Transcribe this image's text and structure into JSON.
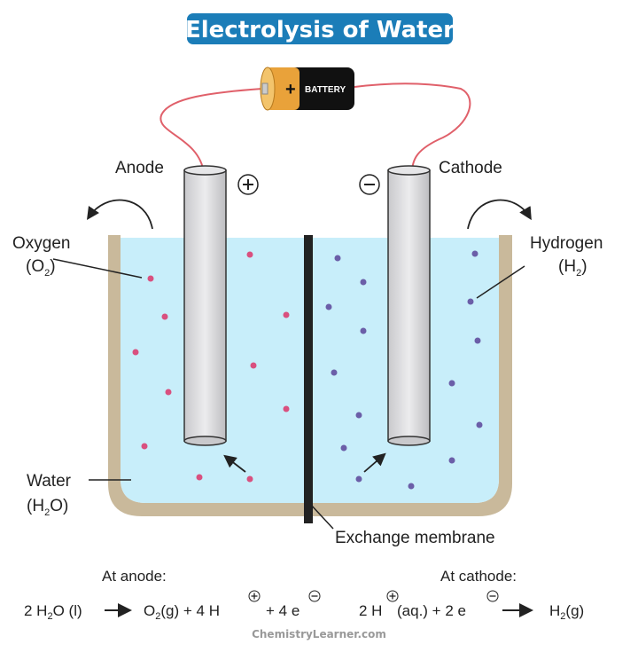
{
  "title": "Electrolysis of Water",
  "battery": {
    "label": "BATTERY",
    "plus": "+"
  },
  "labels": {
    "anode": "Anode",
    "cathode": "Cathode",
    "oxygen": "Oxygen",
    "oxygen_formula": "(O",
    "oxygen_sub": "2",
    "hydrogen": "Hydrogen",
    "hydrogen_formula": "(H",
    "hydrogen_sub": "2",
    "water": "Water",
    "water_formula": "(H",
    "water_sub": "2",
    "water_end": "O)",
    "membrane": "Exchange membrane",
    "close_paren": ")"
  },
  "equations": {
    "anode_heading": "At anode:",
    "cathode_heading": "At cathode:",
    "anode_lhs": "2 H",
    "anode_lhs_sub": "2",
    "anode_lhs_end": "O (l)",
    "anode_rhs1": "O",
    "anode_rhs1_sub": "2",
    "anode_rhs1_end": "(g)  +  4 H",
    "anode_rhs2": "+ 4 e",
    "cathode_lhs": "2 H",
    "cathode_lhs_end": "(aq.)  +  2 e",
    "cathode_rhs": "H",
    "cathode_rhs_sub": "2",
    "cathode_rhs_end": "(g)"
  },
  "watermark": "ChemistryLearner.com",
  "colors": {
    "title_bg": "#1b7db8",
    "water": "#c8eefa",
    "container": "#c9b99b",
    "oxygen_dot": "#d9507f",
    "hydrogen_dot": "#6b5ea8",
    "wire": "#e0606a"
  }
}
